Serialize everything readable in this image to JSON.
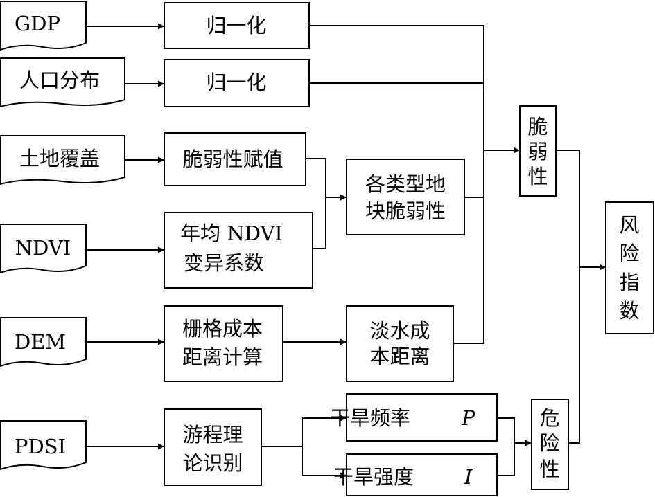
{
  "inputs": {
    "gdp": "GDP",
    "population": "人口分布",
    "landcover": "土地覆盖",
    "ndvi": "NDVI",
    "dem": "DEM",
    "pdsi": "PDSI"
  },
  "process": {
    "normalize_gdp": "归一化",
    "normalize_pop": "归一化",
    "vuln_assign": "脆弱性赋值",
    "ndvi_cv_line1": "年均 NDVI",
    "ndvi_cv_line2": "变异系数",
    "grid_cost_line1": "栅格成本",
    "grid_cost_line2": "距离计算",
    "run_theory_line1": "游程理",
    "run_theory_line2": "论识别"
  },
  "intermediate": {
    "plot_vuln_line1": "各类型地",
    "plot_vuln_line2": "块脆弱性",
    "water_dist_line1": "淡水成",
    "water_dist_line2": "本距离",
    "drought_freq_text": "干旱频率",
    "drought_freq_symbol": "P",
    "drought_int_text": "干旱强度",
    "drought_int_symbol": "I"
  },
  "outputs": {
    "vulnerability_chars": [
      "脆",
      "弱",
      "性"
    ],
    "hazard_chars": [
      "危",
      "险",
      "性"
    ],
    "risk_index_chars": [
      "风",
      "险",
      "指",
      "数"
    ]
  }
}
